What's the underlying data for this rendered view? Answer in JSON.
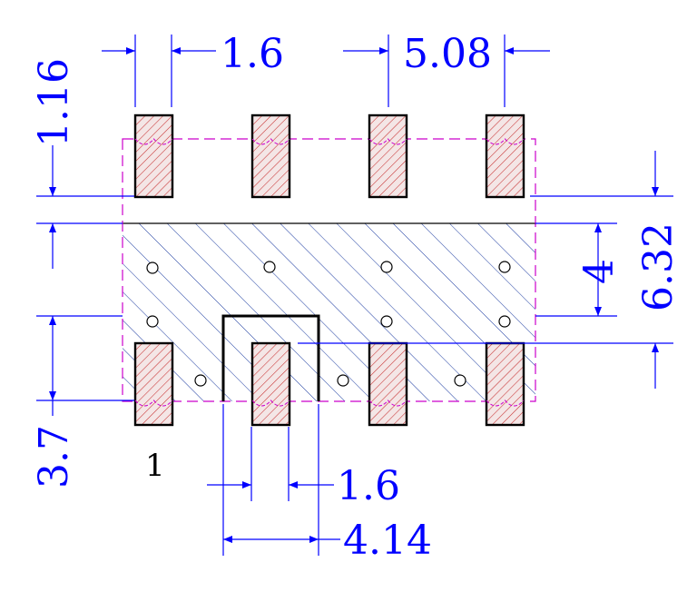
{
  "colors": {
    "dimension": "#0000ff",
    "pad_fill": "#f4e6e6",
    "pad_hatch": "#c83232",
    "pad_outline": "#000000",
    "boundary": "#cc00cc",
    "body_hatch": "#1a3aa0",
    "text_dim": "#0000ff",
    "text_pin": "#000000"
  },
  "dimensions": {
    "pad_width_top": "1.6",
    "pitch": "5.08",
    "pad_length": "1.16",
    "body_width": "4",
    "row_span": "6.32",
    "lower_offset": "3.7",
    "pad_width_bottom": "1.6",
    "slot_width": "4.14"
  },
  "pin1_label": "1"
}
